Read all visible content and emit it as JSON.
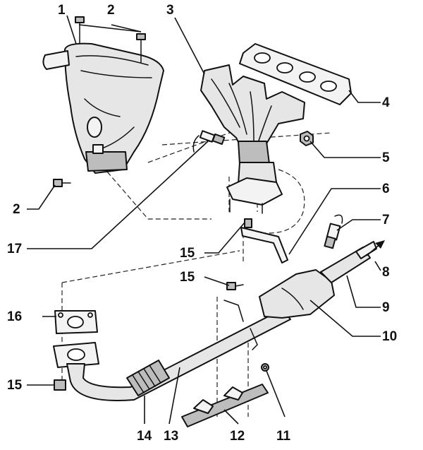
{
  "callouts": {
    "c1": "1",
    "c2a": "2",
    "c2b": "2",
    "c3": "3",
    "c4": "4",
    "c5": "5",
    "c6": "6",
    "c7": "7",
    "c8": "8",
    "c9": "9",
    "c10": "10",
    "c11": "11",
    "c12": "12",
    "c13": "13",
    "c14": "14",
    "c15a": "15",
    "c15b": "15",
    "c15c": "15",
    "c16": "16",
    "c17": "17"
  },
  "colors": {
    "line": "#111111",
    "fill": "#e6e6e6",
    "background": "#ffffff"
  }
}
